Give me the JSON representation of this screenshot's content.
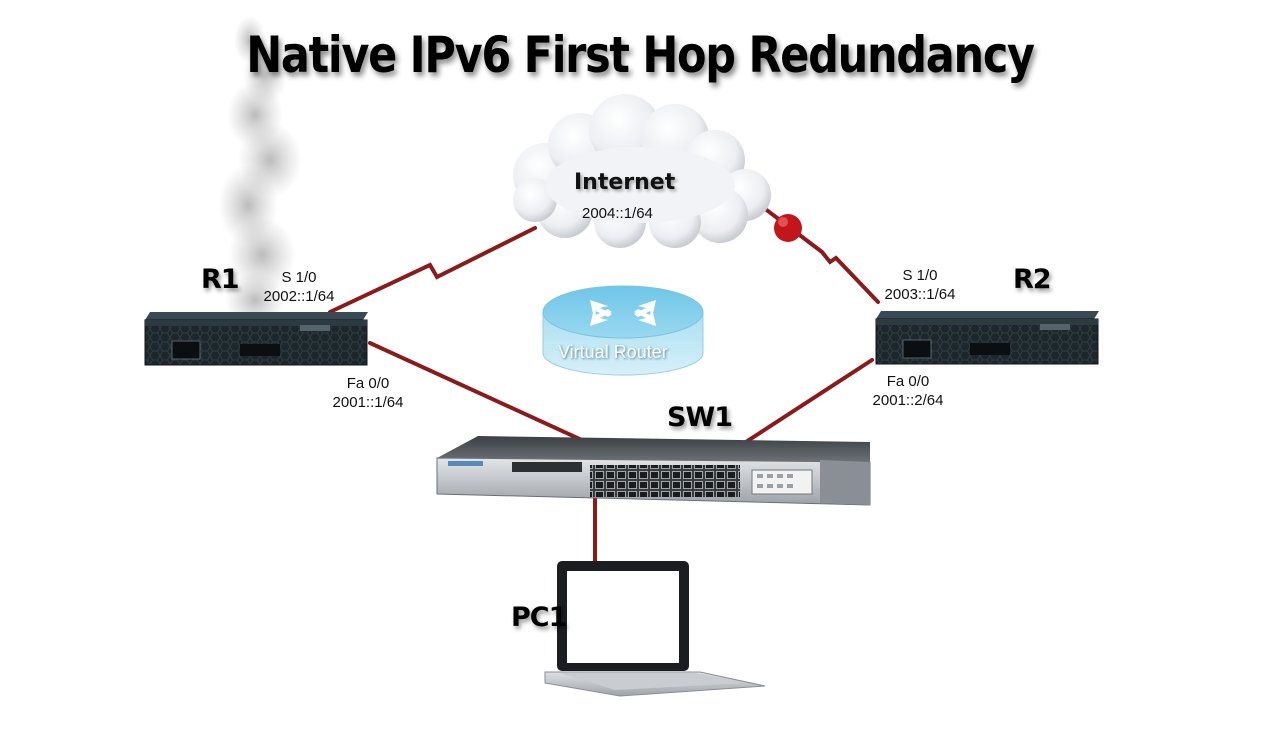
{
  "title": "Native IPv6 First Hop Redundancy",
  "internet": {
    "label": "Internet",
    "address": "2004::1/64"
  },
  "virtual_router": {
    "label": "Virtual Router"
  },
  "r1": {
    "label": "R1",
    "serial_if": "S 1/0",
    "serial_addr": "2002::1/64",
    "fa_if": "Fa 0/0",
    "fa_addr": "2001::1/64"
  },
  "r2": {
    "label": "R2",
    "serial_if": "S 1/0",
    "serial_addr": "2003::1/64",
    "fa_if": "Fa 0/0",
    "fa_addr": "2001::2/64"
  },
  "sw1": {
    "label": "SW1"
  },
  "pc1": {
    "label": "PC1"
  },
  "colors": {
    "link": "#8b1a1a",
    "failure_dot": "#c0161c",
    "cloud": "#eef0f4",
    "router_body": "#1f2a30",
    "vr_top": "#8fd3ee"
  }
}
